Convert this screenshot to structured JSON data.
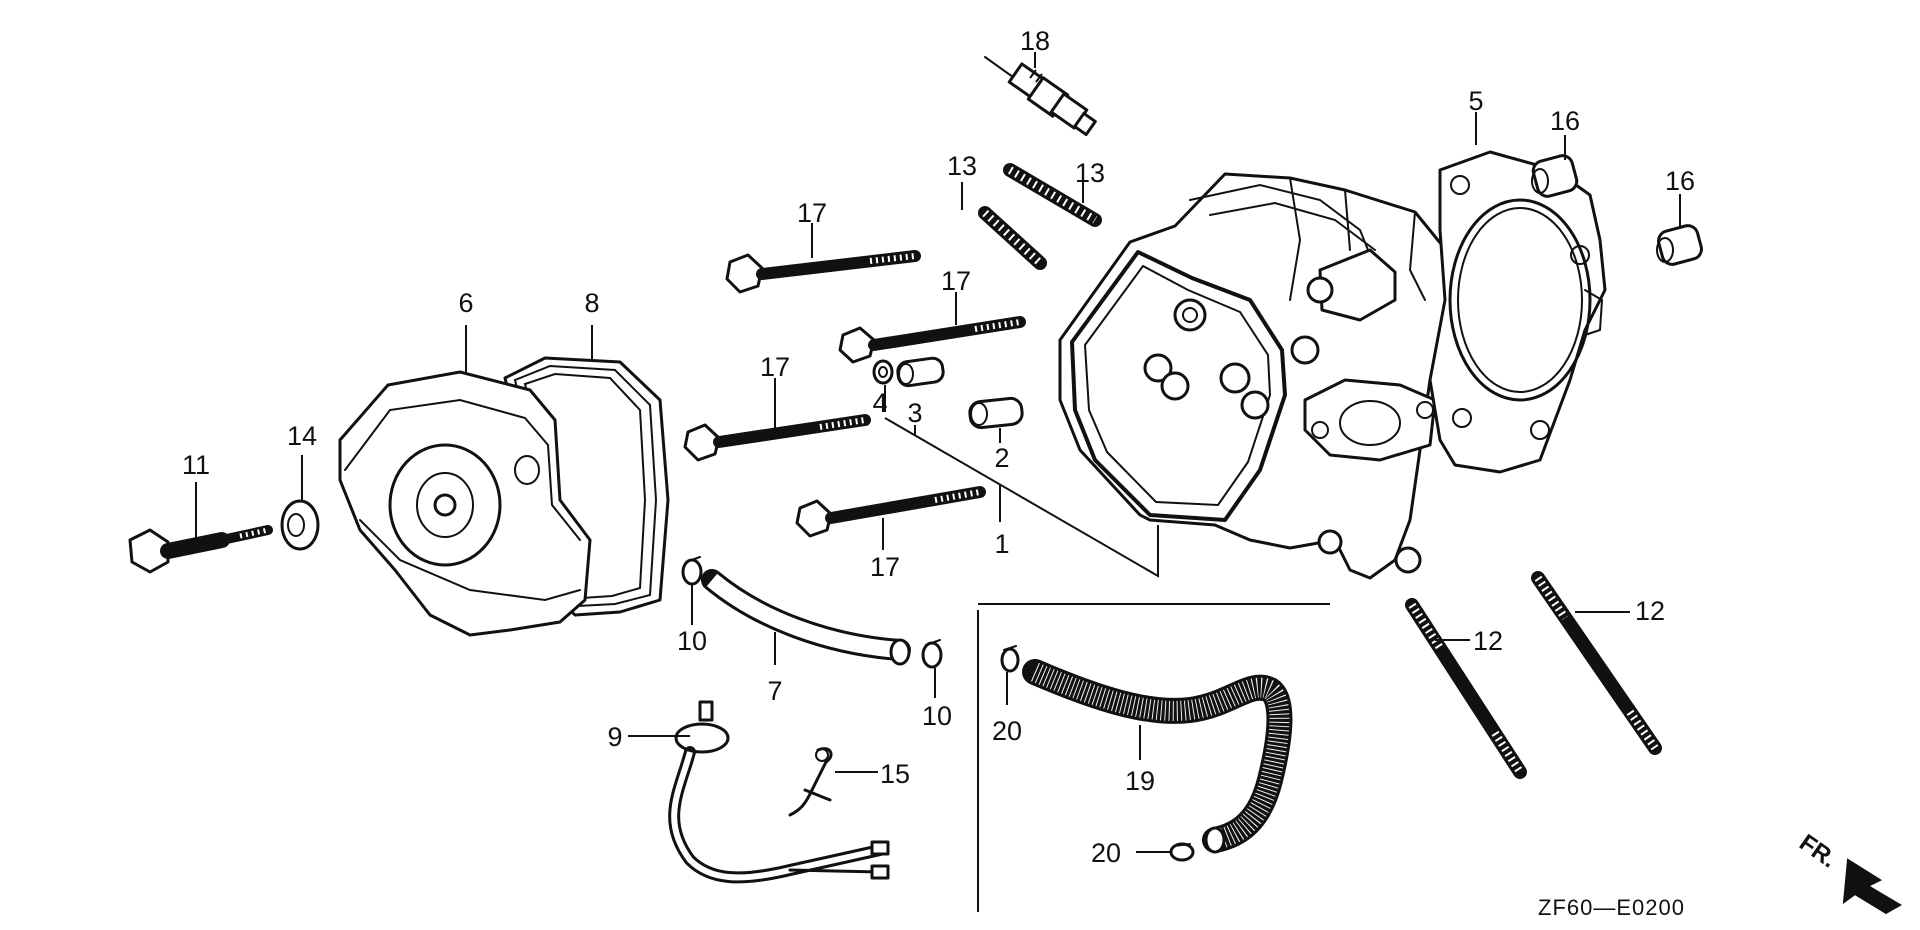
{
  "diagram": {
    "drawing_code": "ZF60—E0200",
    "front_marker": "FR.",
    "callouts": {
      "c1": "1",
      "c2": "2",
      "c3": "3",
      "c4": "4",
      "c5": "5",
      "c6": "6",
      "c7": "7",
      "c8": "8",
      "c9": "9",
      "c10a": "10",
      "c10b": "10",
      "c11": "11",
      "c12a": "12",
      "c12b": "12",
      "c13a": "13",
      "c13b": "13",
      "c14": "14",
      "c15": "15",
      "c16a": "16",
      "c16b": "16",
      "c17a": "17",
      "c17b": "17",
      "c17c": "17",
      "c17d": "17",
      "c18": "18",
      "c19": "19",
      "c20a": "20",
      "c20b": "20"
    }
  }
}
